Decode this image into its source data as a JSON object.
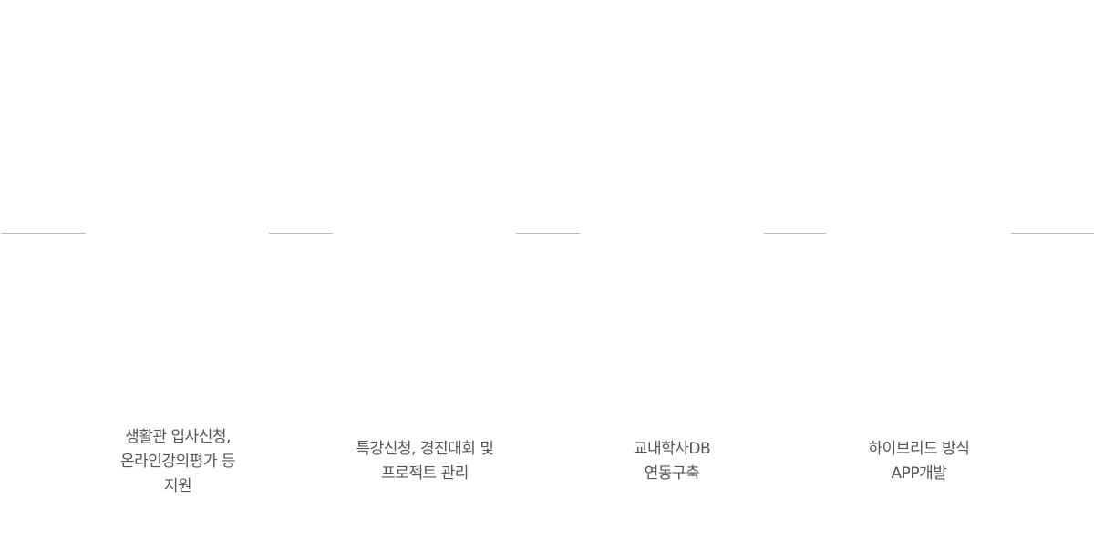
{
  "features": [
    {
      "lines": [
        "생활관 입사신청,",
        "온라인강의평가 등",
        "지원"
      ]
    },
    {
      "lines": [
        "특강신청, 경진대회 및",
        "프로젝트 관리"
      ]
    },
    {
      "lines": [
        "교내학사DB",
        "연동구축"
      ]
    },
    {
      "lines": [
        "하이브리드 방식",
        "APP개발"
      ]
    }
  ],
  "colors": {
    "text": "#555555",
    "divider": "#bdbdbd",
    "background": "#ffffff"
  }
}
